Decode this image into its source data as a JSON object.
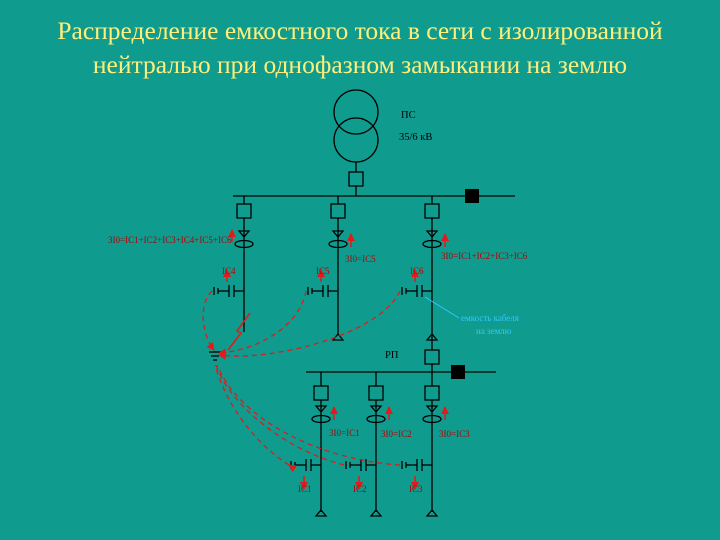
{
  "title": {
    "line1": "Распределение емкостного тока в сети с изолированной",
    "line2": "нейтралью при однофазном замыкании на землю"
  },
  "labels": {
    "substation": "ПС",
    "voltage": "35/6 кВ",
    "rp": "РП",
    "cable_capacity_note_1": "емкость кабеля",
    "cable_capacity_note_2": "на землю"
  },
  "currents": {
    "faulted_feeder": "3I0=IC1+IC2+IC3+IC4+IC5+IC6",
    "feeder_2": "3I0=IC5",
    "feeder_3": "3I0=IC1+IC2+IC3+IC6",
    "cap_1": "IC4",
    "cap_2": "IC5",
    "cap_3": "IC6",
    "rp_feeder_1": "3I0=IC1",
    "rp_feeder_2": "3I0=IC2",
    "rp_feeder_3": "3I0=IC3",
    "rp_cap_1": "IC1",
    "rp_cap_2": "IC2",
    "rp_cap_3": "IC3"
  },
  "colors": {
    "background": "#0f9b8e",
    "title": "#ffef7a",
    "lines": "#000000",
    "current_text": "#b30000",
    "arrows": "#e21a1a",
    "note": "#33c8ff"
  }
}
